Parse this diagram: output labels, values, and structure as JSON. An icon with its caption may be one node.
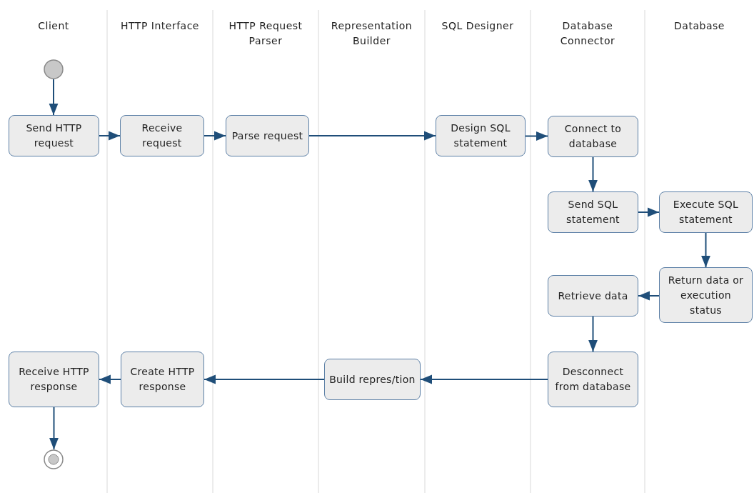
{
  "diagram": {
    "nodes": [
      {
        "text": [],
        "shape": "circle"
      },
      {
        "text": [
          "Send HTTP request"
        ]
      },
      {
        "text": [
          "Receive request"
        ]
      },
      {
        "text": [
          "Parse request"
        ]
      },
      {
        "text": [
          "Design SQL statement"
        ]
      },
      {
        "text": [
          "Connect to database"
        ]
      },
      {
        "text": [
          "Send SQL statement"
        ]
      },
      {
        "text": [
          "Execute SQL statement"
        ]
      },
      {
        "text": [
          "Return data or execution status"
        ]
      },
      {
        "text": [
          "Retrieve data"
        ]
      },
      {
        "text": [
          "Desconnect from database"
        ]
      },
      {
        "text": [
          "Build repres/tion"
        ]
      },
      {
        "text": [
          "Create HTTP response"
        ]
      },
      {
        "text": [
          "Receive HTTP response"
        ]
      },
      {
        "text": [],
        "shape": "bullseye"
      }
    ],
    "edges": [
      {
        "from": 0,
        "to": 1,
        "arrow": "to"
      },
      {
        "from": 1,
        "to": 2,
        "arrow": "to"
      },
      {
        "from": 2,
        "to": 3,
        "arrow": "to"
      },
      {
        "from": 3,
        "to": 4,
        "arrow": "to"
      },
      {
        "from": 4,
        "to": 5,
        "arrow": "to"
      },
      {
        "from": 5,
        "to": 6,
        "arrow": "to"
      },
      {
        "from": 6,
        "to": 7,
        "arrow": "to"
      },
      {
        "from": 7,
        "to": 8,
        "arrow": "to"
      },
      {
        "from": 8,
        "to": 9,
        "arrow": "to"
      },
      {
        "from": 9,
        "to": 10,
        "arrow": "to"
      },
      {
        "from": 10,
        "to": 11,
        "arrow": "to"
      },
      {
        "from": 11,
        "to": 12,
        "arrow": "to"
      },
      {
        "from": 12,
        "to": 13,
        "arrow": "to"
      },
      {
        "from": 13,
        "to": 14,
        "arrow": "to"
      }
    ],
    "labels": [
      "Client",
      "HTTP Interface",
      "HTTP Request Parser",
      "Representation Builder",
      "SQL Designer",
      "Database Connector",
      "Database"
    ]
  }
}
